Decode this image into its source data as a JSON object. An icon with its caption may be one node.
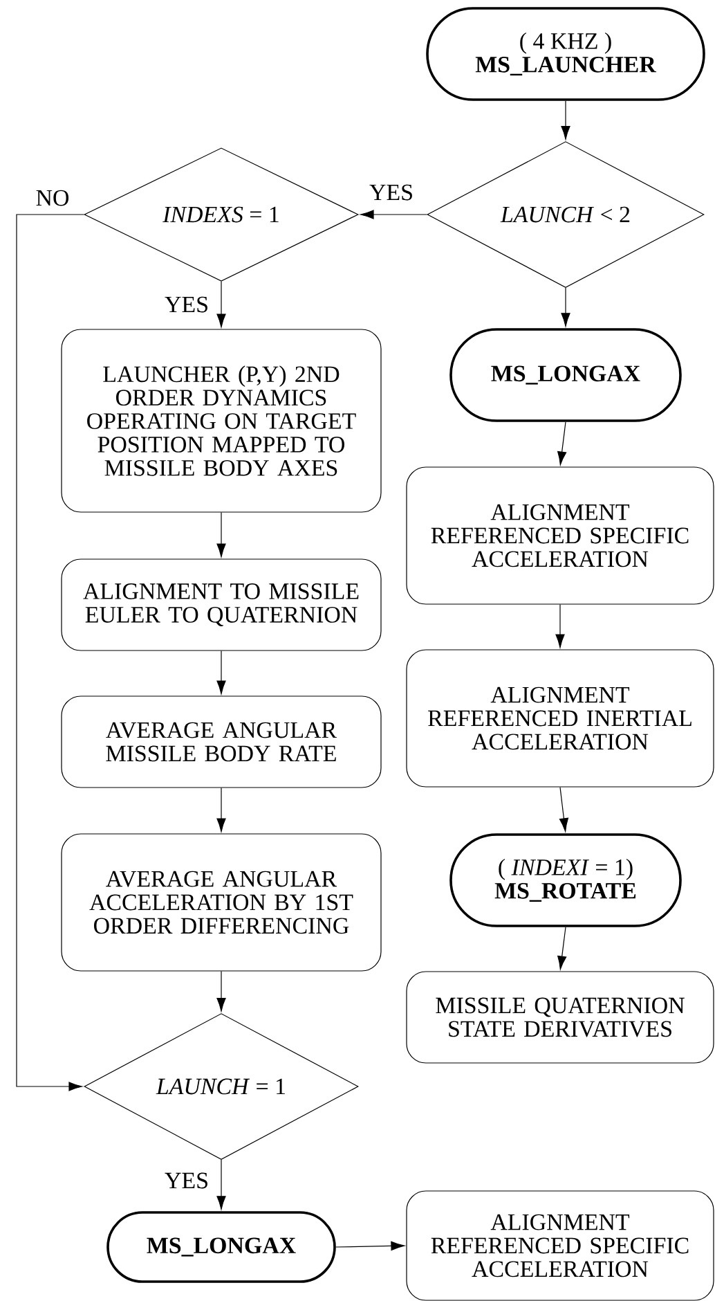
{
  "diagram": {
    "nodes": [
      {
        "text": [
          "( 4 KHZ )",
          "MS_LAUNCHER"
        ]
      },
      {
        "text": [
          "*LAUNCH* < 2"
        ]
      },
      {
        "text": [
          "*INDEXS* = 1"
        ]
      },
      {
        "text": [
          "LAUNCHER (P,Y) 2ND ORDER DYNAMICS OPERATING ON TARGET POSITION MAPPED TO MISSILE BODY AXES"
        ]
      },
      {
        "text": [
          "ALIGNMENT TO MISSILE EULER TO QUATERNION"
        ]
      },
      {
        "text": [
          "AVERAGE ANGULAR MISSILE BODY RATE"
        ]
      },
      {
        "text": [
          "AVERAGE ANGULAR ACCELERATION BY 1ST ORDER DIFFERENCING"
        ]
      },
      {
        "text": [
          "*LAUNCH* = 1"
        ]
      },
      {
        "text": [
          "MS_LONGAX"
        ]
      },
      {
        "text": [
          "ALIGNMENT REFERENCED SPECIFIC ACCELERATION"
        ]
      },
      {
        "text": [
          "MS_LONGAX"
        ]
      },
      {
        "text": [
          "ALIGNMENT REFERENCED SPECIFIC ACCELERATION"
        ]
      },
      {
        "text": [
          "ALIGNMENT REFERENCED INERTIAL ACCELERATION"
        ]
      },
      {
        "text": [
          "( *INDEXI* = 1)",
          "MS_ROTATE"
        ]
      },
      {
        "text": [
          "MISSILE QUATERNION STATE DERIVATIVES"
        ]
      }
    ],
    "edges": [
      {
        "from": 0,
        "to": 1,
        "arrow": "to"
      },
      {
        "from": 1,
        "to": 2,
        "arrow": "to",
        "label": "YES"
      },
      {
        "from": 2,
        "to": 3,
        "arrow": "to",
        "label": "YES"
      },
      {
        "from": 3,
        "to": 4,
        "arrow": "to"
      },
      {
        "from": 4,
        "to": 5,
        "arrow": "to"
      },
      {
        "from": 5,
        "to": 6,
        "arrow": "to"
      },
      {
        "from": 6,
        "to": 7,
        "arrow": "to"
      },
      {
        "from": 2,
        "to": 7,
        "arrow": "to",
        "label": "NO"
      },
      {
        "from": 7,
        "to": 8,
        "arrow": "to",
        "label": "YES"
      },
      {
        "from": 8,
        "to": 9,
        "arrow": "to"
      },
      {
        "from": 1,
        "to": 10,
        "arrow": "to"
      },
      {
        "from": 10,
        "to": 11,
        "arrow": "to"
      },
      {
        "from": 11,
        "to": 12,
        "arrow": "to"
      },
      {
        "from": 12,
        "to": 13,
        "arrow": "to"
      },
      {
        "from": 13,
        "to": 14,
        "arrow": "to"
      }
    ]
  }
}
